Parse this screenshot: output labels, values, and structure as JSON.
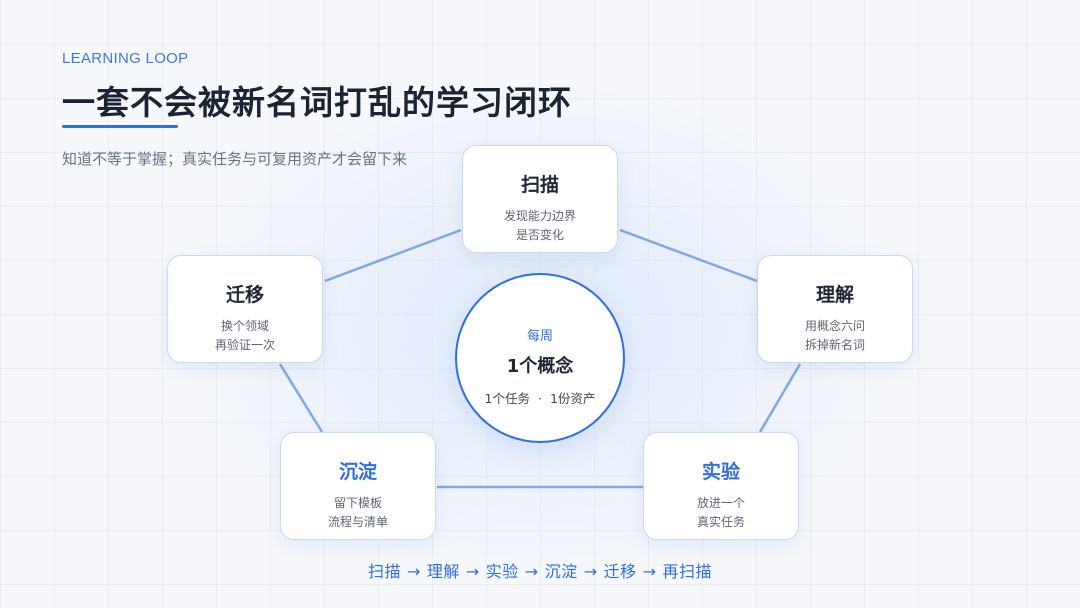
{
  "header": {
    "kicker": "LEARNING LOOP",
    "title": "一套不会被新名词打乱的学习闭环",
    "subtitle": "知道不等于掌握；真实任务与可复用资产才会留下来"
  },
  "colors": {
    "accent": "#2f6fe0",
    "link_line": "#7ea9ea",
    "card_border": "#c9d9f2",
    "title_text": "#1c2333"
  },
  "hub": {
    "top": "每周",
    "main": "1个概念",
    "task": "1个任务",
    "separator": "·",
    "asset": "1份资产"
  },
  "nodes": [
    {
      "id": "scan",
      "title": "扫描",
      "desc": [
        "发现能力边界",
        "是否变化"
      ],
      "accent": false
    },
    {
      "id": "understand",
      "title": "理解",
      "desc": [
        "用概念六问",
        "拆掉新名词"
      ],
      "accent": false
    },
    {
      "id": "experiment",
      "title": "实验",
      "desc": [
        "放进一个",
        "真实任务"
      ],
      "accent": true
    },
    {
      "id": "settle",
      "title": "沉淀",
      "desc": [
        "留下模板",
        "流程与清单"
      ],
      "accent": true
    },
    {
      "id": "transfer",
      "title": "迁移",
      "desc": [
        "换个领域",
        "再验证一次"
      ],
      "accent": false
    }
  ],
  "flow": [
    "扫描",
    "理解",
    "实验",
    "沉淀",
    "迁移",
    "再扫描"
  ],
  "flow_arrow": "→"
}
